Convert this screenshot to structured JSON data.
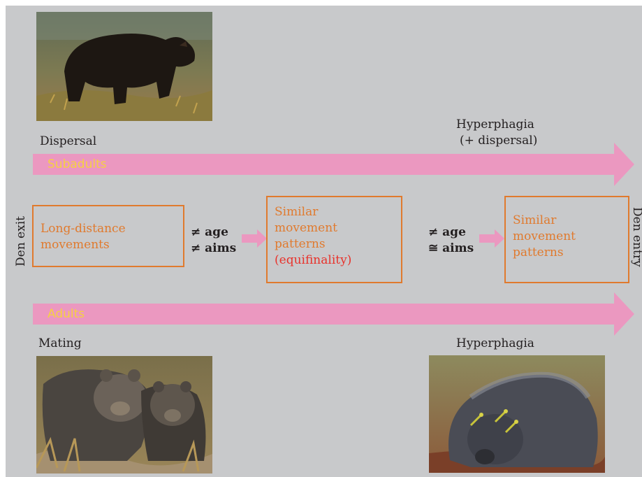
{
  "labels": {
    "dispersal": "Dispersal",
    "hyperphagia_dispersal_line1": "Hyperphagia",
    "hyperphagia_dispersal_line2": "(+ dispersal)",
    "mating": "Mating",
    "hyperphagia": "Hyperphagia",
    "den_exit": "Den exit",
    "den_entry": "Den entry"
  },
  "arrows": {
    "subadults": "Subadults",
    "adults": "Adults"
  },
  "boxes": {
    "box1": [
      "Long-distance",
      "movements"
    ],
    "box2": [
      "Similar",
      "movement",
      "patterns"
    ],
    "box2_red": "(equifinality)",
    "box3": [
      "Similar",
      "movement",
      "patterns"
    ]
  },
  "comparisons": {
    "c1_line1": "≠ age",
    "c1_line2": "≠ aims",
    "c2_line1": "≠ age",
    "c2_line2": "≅ aims"
  },
  "colors": {
    "panel": "#c8c9cb",
    "arrow": "#eb98c0",
    "box_border": "#e07a2e",
    "box_text": "#e07a2e",
    "equifinality": "#e8322b",
    "arrow_text": "#f5d142"
  },
  "photos": {
    "top_left": "bear-walking-photo",
    "bottom_left": "two-bears-photo",
    "bottom_right": "bear-foraging-photo"
  }
}
